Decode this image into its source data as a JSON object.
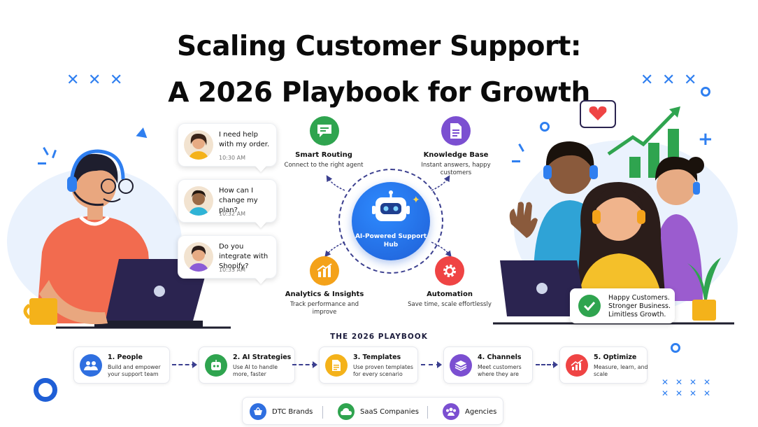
{
  "title": {
    "line1": "Scaling Customer Support:",
    "line2": "A 2026 Playbook for Growth"
  },
  "chats": [
    {
      "text": "I need help with my order.",
      "time": "10:30 AM"
    },
    {
      "text": "How can I change my plan?",
      "time": "10:32 AM"
    },
    {
      "text": "Do you integrate with Shopify?",
      "time": "10:33 AM"
    }
  ],
  "hub": {
    "label": "AI-Powered Support Hub"
  },
  "features": [
    {
      "title": "Smart Routing",
      "desc": "Connect to the right agent",
      "color": "#2fa44f",
      "icon": "chat-icon"
    },
    {
      "title": "Knowledge Base",
      "desc": "Instant answers, happy customers",
      "color": "#7b4fd1",
      "icon": "document-icon"
    },
    {
      "title": "Analytics & Insights",
      "desc": "Track performance and improve",
      "color": "#f4a21a",
      "icon": "bar-chart-icon"
    },
    {
      "title": "Automation",
      "desc": "Save time, scale effortlessly",
      "color": "#ef4444",
      "icon": "gear-icon"
    }
  ],
  "happy": {
    "text": "Happy Customers. Stronger Business. Limitless Growth."
  },
  "playbook": {
    "heading": "THE 2026 PLAYBOOK",
    "steps": [
      {
        "title": "1. People",
        "desc": "Build and empower your support team",
        "color": "#2f6fe0",
        "icon": "people-icon"
      },
      {
        "title": "2. AI Strategies",
        "desc": "Use AI to handle more, faster",
        "color": "#2fa44f",
        "icon": "robot-icon"
      },
      {
        "title": "3. Templates",
        "desc": "Use proven templates for every scenario",
        "color": "#f4b21a",
        "icon": "template-icon"
      },
      {
        "title": "4. Channels",
        "desc": "Meet customers where they are",
        "color": "#7b4fd1",
        "icon": "layers-icon"
      },
      {
        "title": "5. Optimize",
        "desc": "Measure, learn, and scale",
        "color": "#ef4444",
        "icon": "trend-icon"
      }
    ]
  },
  "audiences": [
    {
      "label": "DTC Brands",
      "color": "#2f6fe0",
      "icon": "basket-icon"
    },
    {
      "label": "SaaS Companies",
      "color": "#2fa44f",
      "icon": "cloud-icon"
    },
    {
      "label": "Agencies",
      "color": "#7b4fd1",
      "icon": "group-icon"
    }
  ],
  "colors": {
    "accent": "#2f7ff0",
    "hub": "#1f5fd6",
    "navy": "#3b3f8f"
  }
}
